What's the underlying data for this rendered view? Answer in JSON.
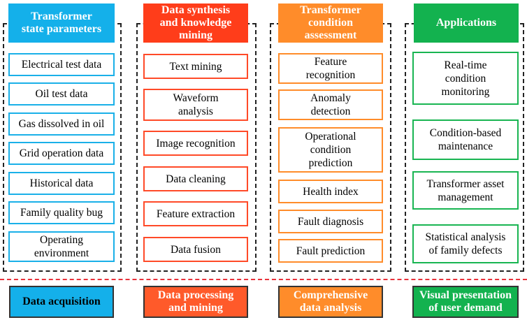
{
  "columns": [
    {
      "header": "Transformer\nstate parameters",
      "items": [
        "Electrical test data",
        "Oil test data",
        "Gas dissolved in oil",
        "Grid operation data",
        "Historical data",
        "Family quality bug",
        "Operating\nenvironment"
      ],
      "footer": "Data acquisition"
    },
    {
      "header": "Data synthesis\nand knowledge\nmining",
      "items": [
        "Text mining",
        "Waveform\nanalysis",
        "Image recognition",
        "Data cleaning",
        "Feature extraction",
        "Data fusion"
      ],
      "footer": "Data processing\nand mining"
    },
    {
      "header": "Transformer\ncondition\nassessment",
      "items": [
        "Feature\nrecognition",
        "Anomaly\ndetection",
        "Operational\ncondition\nprediction",
        "Health index",
        "Fault diagnosis",
        "Fault prediction"
      ],
      "footer": "Comprehensive\ndata analysis"
    },
    {
      "header": "Applications",
      "items": [
        "Real-time\ncondition\nmonitoring",
        "Condition-based\nmaintenance",
        "Transformer asset\nmanagement",
        "Statistical analysis\nof family defects"
      ],
      "footer": "Visual presentation\nof user demand"
    }
  ],
  "colors": {
    "blue": "#14b0ea",
    "red": "#ff3d1a",
    "orange": "#ff8c2a",
    "green": "#13b24f",
    "separator": "#e8323a"
  }
}
